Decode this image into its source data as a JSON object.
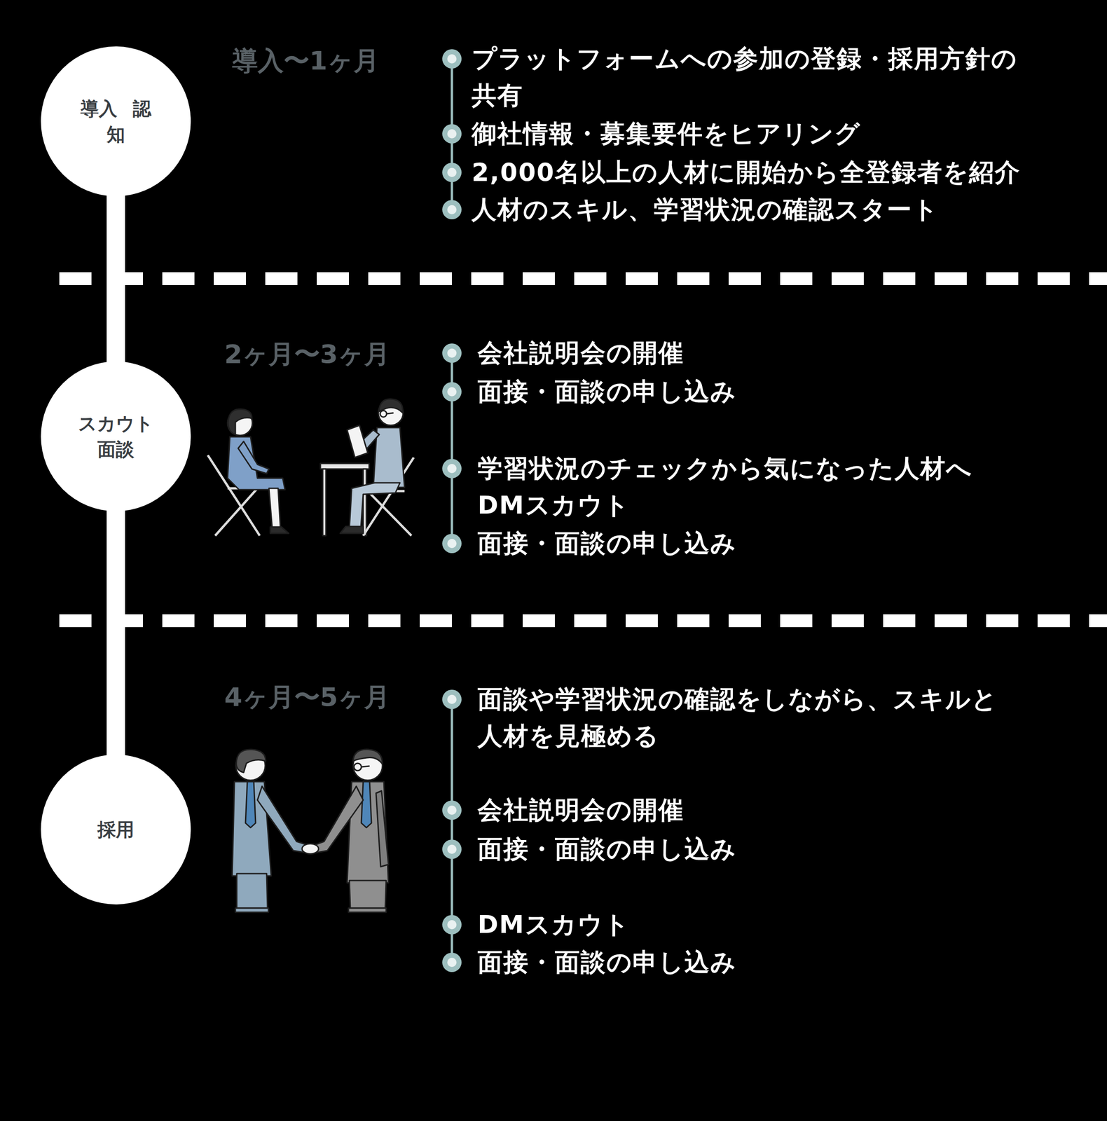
{
  "diagram": {
    "nodes": [
      {
        "text": [
          "導入 認知"
        ]
      },
      {
        "text": [
          "スカウト 面談"
        ]
      },
      {
        "text": [
          "採用"
        ]
      }
    ],
    "edges": [
      {
        "from": 0,
        "to": 1,
        "arrow": "none"
      },
      {
        "from": 1,
        "to": 2,
        "arrow": "none"
      }
    ],
    "labels": [
      "導入〜1ヶ月",
      "プラットフォームへの参加の登録・採用方針の共有",
      "御社情報・募集要件をヒアリング",
      "2,000名以上の人材に開始から全登録者を紹介",
      "人材のスキル、学習状況の確認スタート",
      "2ヶ月〜3ヶ月",
      "会社説明会の開催",
      "面接・面談の申し込み",
      "学習状況のチェックから気になった人材へDMスカウト",
      "面接・面談の申し込み",
      "4ヶ月〜5ヶ月",
      "面談や学習状況の確認をしながら、スキルと人材を見極める",
      "会社説明会の開催",
      "面接・面談の申し込み",
      "DMスカウト",
      "面接・面談の申し込み"
    ]
  }
}
